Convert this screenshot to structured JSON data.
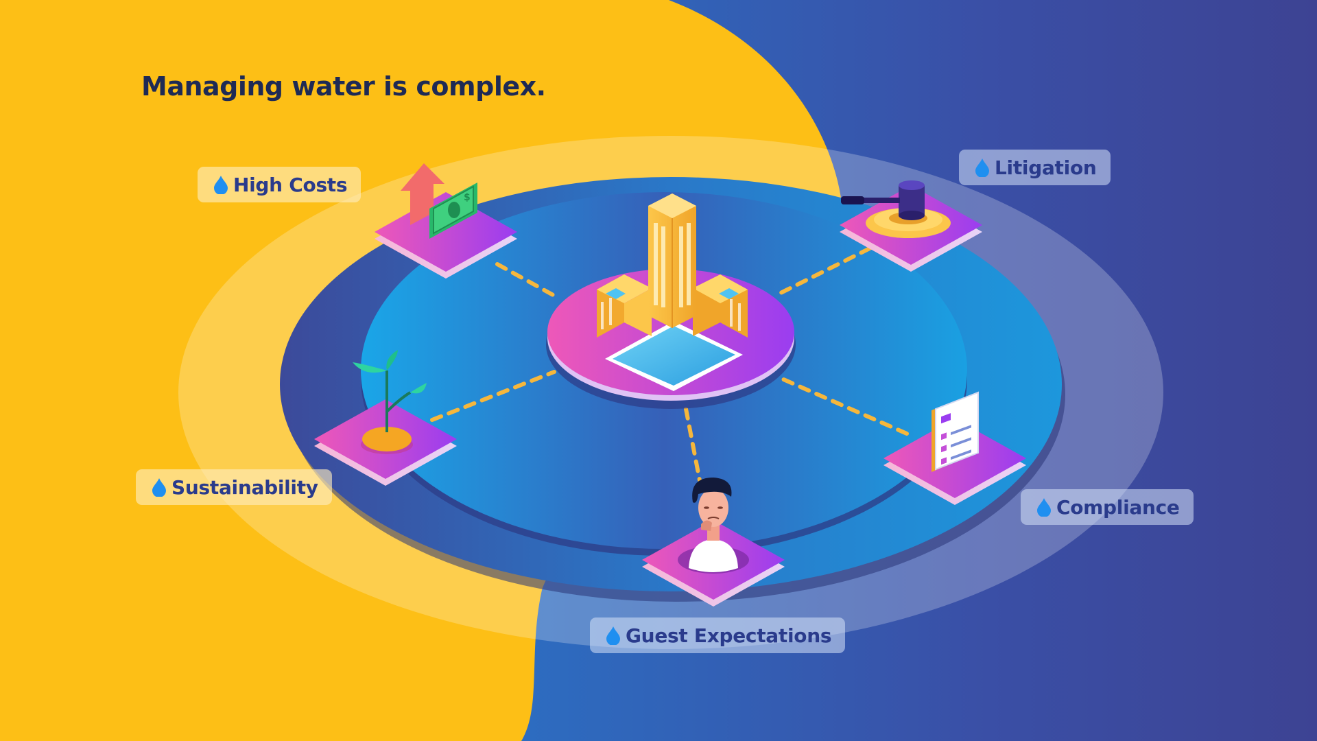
{
  "headline": "Managing water is complex.",
  "center": {
    "name": "hotel-building-with-pool"
  },
  "topics": [
    {
      "id": "high-costs",
      "label": "High Costs",
      "icon": "money-up-arrow-icon"
    },
    {
      "id": "litigation",
      "label": "Litigation",
      "icon": "gavel-icon"
    },
    {
      "id": "sustainability",
      "label": "Sustainability",
      "icon": "sprout-icon"
    },
    {
      "id": "compliance",
      "label": "Compliance",
      "icon": "checklist-document-icon"
    },
    {
      "id": "guest-expectations",
      "label": "Guest Expectations",
      "icon": "unhappy-guest-icon"
    }
  ],
  "colors": {
    "yellow": "#fdbf16",
    "label_text": "#2a3b8c",
    "headline": "#1e2a55",
    "tile_pink": "#ee58b8",
    "tile_purple": "#9a3df0",
    "connector": "#f6b73c",
    "water_drop": "#1f8ff0"
  }
}
